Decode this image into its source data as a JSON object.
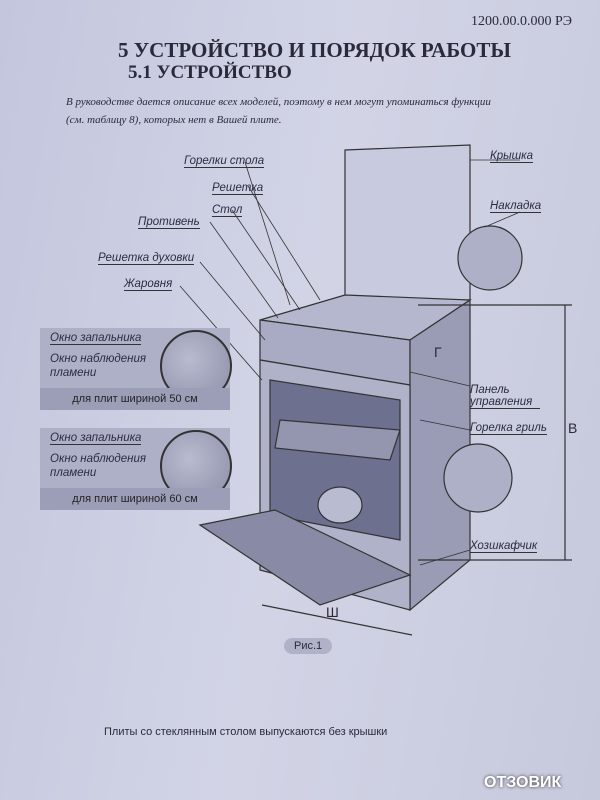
{
  "header": {
    "doc_code": "1200.00.0.000 РЭ"
  },
  "title": "5 УСТРОЙСТВО И ПОРЯДОК РАБОТЫ",
  "subtitle": "5.1 УСТРОЙСТВО",
  "intro": [
    "В руководстве дается описание всех моделей, поэтому в нем могут упоминаться  функции",
    "(см. таблицу 8), которых нет в Вашей плите."
  ],
  "labels": {
    "burners": "Горелки стола",
    "grate": "Решетка",
    "table": "Стол",
    "tray": "Противень",
    "oven_rack": "Решетка духовки",
    "roaster": "Жаровня",
    "lid": "Крышка",
    "overlay": "Накладка",
    "control_panel": "Панель управления",
    "grill_burner": "Горелка гриль",
    "drawer": "Хозшкафчик",
    "dim_g": "Г",
    "dim_v": "В",
    "dim_sh": "Ш"
  },
  "insets": [
    {
      "igniter": "Окно запальника",
      "flame": "Окно наблюдения пламени",
      "caption": "для плит шириной 50 см"
    },
    {
      "igniter": "Окно запальника",
      "flame": "Окно наблюдения пламени",
      "caption": "для плит шириной 60 см"
    }
  ],
  "figure_caption": "Рис.1",
  "footnote": "Плиты со стеклянным столом выпускаются без крышки",
  "watermark": "ОТЗОВИК"
}
